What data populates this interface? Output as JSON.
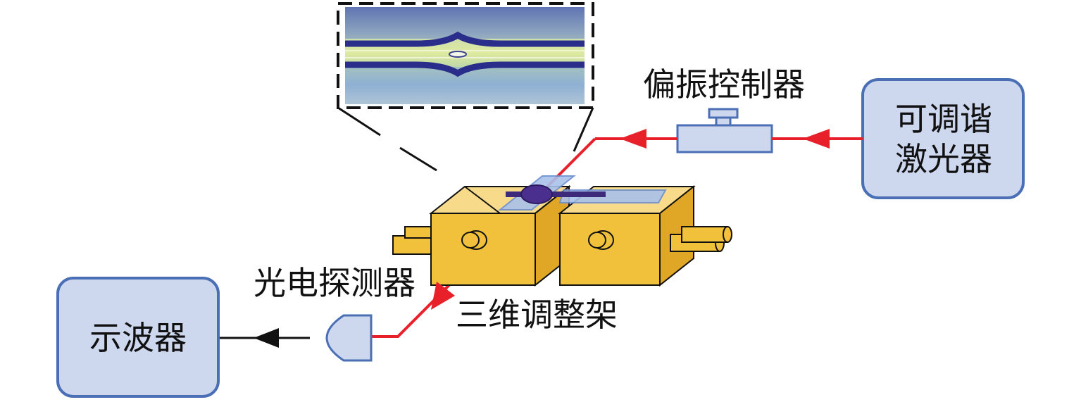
{
  "labels": {
    "polarization_controller": "偏振控制器",
    "tunable_laser_line1": "可调谐",
    "tunable_laser_line2": "激光器",
    "photodetector": "光电探测器",
    "oscilloscope": "示波器",
    "stage": "三维调整架"
  },
  "colors": {
    "box_fill": "#cdd7ee",
    "box_stroke": "#4a6fb5",
    "laser_path": "#e8202a",
    "signal_line": "#111111",
    "stage_yellow": "#f2c13c",
    "stage_yellow_top": "#f7db8a",
    "stage_yellow_side": "#e0a726"
  },
  "icons": {
    "laser_arrow": "red-triangle-arrow",
    "signal_arrow": "black-triangle-arrow",
    "photodetector": "d-shape-detector",
    "polarization_controller": "inline-paddle-controller",
    "micrograph": "fiber-taper-micrograph"
  }
}
